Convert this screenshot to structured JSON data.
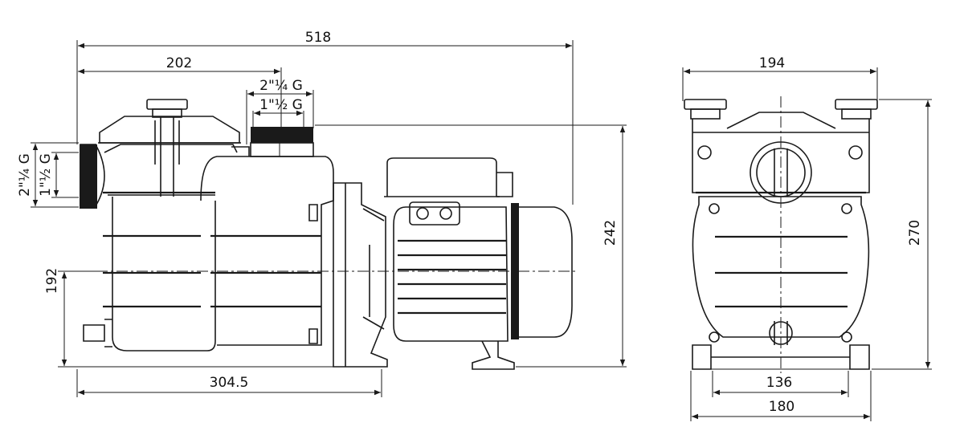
{
  "dimensions": {
    "overall_length": "518",
    "inlet_axis_offset": "202",
    "outlet_thread_large": "2\"¼ G",
    "outlet_thread_small": "1\"½ G",
    "inlet_thread_large": "2\"¼ G",
    "inlet_thread_small": "1\"½ G",
    "inlet_height": "192",
    "base_length": "304.5",
    "total_height": "242",
    "front_width": "194",
    "front_height": "270",
    "foot_spacing": "136",
    "base_width": "180"
  },
  "colors": {
    "line": "#1a1a1a",
    "background": "#ffffff"
  }
}
